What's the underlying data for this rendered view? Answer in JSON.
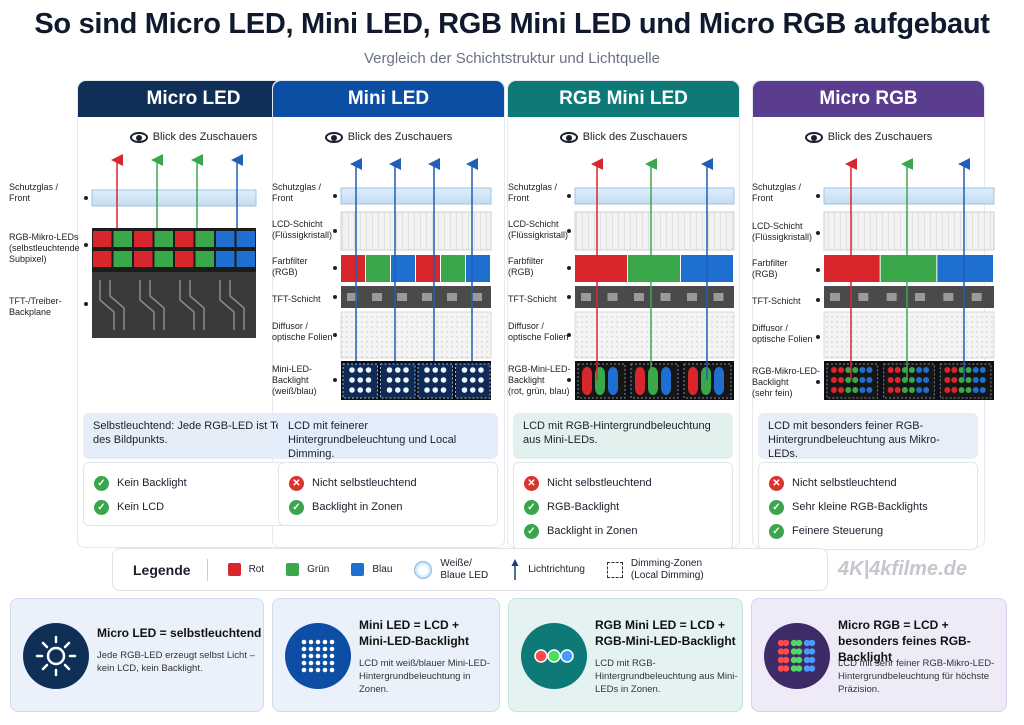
{
  "title": "So sind Micro LED, Mini LED, RGB Mini LED und Micro RGB aufgebaut",
  "subtitle": "Vergleich der Schichtstruktur und Lichtquelle",
  "viewer_label": "Blick des Zuschauers",
  "colors": {
    "red": "#d9262c",
    "green": "#3aa84a",
    "blue": "#1f6fd1",
    "micro_led": "#0f2f57",
    "mini_led": "#0c4ea3",
    "rgb_mini_led": "#0d7a78",
    "micro_rgb": "#5a3d8f"
  },
  "columns": [
    {
      "title": "Micro LED",
      "labels": [
        "Schutzglas /\nFront",
        "RGB-Mikro-LEDs\n(selbstleuchtende\nSubpixel)",
        "TFT-/Treiber-\nBackplane"
      ],
      "description": "Selbstleuchtend: Jede RGB-LED ist Teil des Bildpunkts.",
      "checks": [
        {
          "ok": true,
          "text": "Kein Backlight"
        },
        {
          "ok": true,
          "text": "Kein LCD"
        }
      ]
    },
    {
      "title": "Mini LED",
      "labels": [
        "Schutzglas /\nFront",
        "LCD-Schicht\n(Flüssigkristall)",
        "Farbfilter\n(RGB)",
        "TFT-Schicht",
        "Diffusor /\noptische Folien",
        "Mini-LED-\nBacklight\n(weiß/blau)"
      ],
      "description": "LCD mit feinerer Hintergrundbeleuchtung und Local Dimming.",
      "checks": [
        {
          "ok": false,
          "text": "Nicht selbstleuchtend"
        },
        {
          "ok": true,
          "text": "Backlight in Zonen"
        }
      ]
    },
    {
      "title": "RGB Mini LED",
      "labels": [
        "Schutzglas /\nFront",
        "LCD-Schicht\n(Flüssigkristall)",
        "Farbfilter\n(RGB)",
        "TFT-Schicht",
        "Diffusor /\noptische Folien",
        "RGB-Mini-LED-\nBacklight\n(rot, grün, blau)"
      ],
      "description": "LCD mit RGB-Hintergrundbeleuchtung aus Mini-LEDs.",
      "checks": [
        {
          "ok": false,
          "text": "Nicht selbstleuchtend"
        },
        {
          "ok": true,
          "text": "RGB-Backlight"
        },
        {
          "ok": true,
          "text": "Backlight in Zonen"
        }
      ]
    },
    {
      "title": "Micro RGB",
      "labels": [
        "Schutzglas /\nFront",
        "LCD-Schicht\n(Flüssigkristall)",
        "Farbfilter\n(RGB)",
        "TFT-Schicht",
        "Diffusor /\noptische Folien",
        "RGB-Mikro-LED-\nBacklight\n(sehr fein)"
      ],
      "description": "LCD mit besonders feiner RGB-Hintergrundbeleuchtung aus Mikro-LEDs.",
      "checks": [
        {
          "ok": false,
          "text": "Nicht selbstleuchtend"
        },
        {
          "ok": true,
          "text": "Sehr kleine RGB-Backlights"
        },
        {
          "ok": true,
          "text": "Feinere Steuerung"
        }
      ]
    }
  ],
  "legend": {
    "title": "Legende",
    "items": {
      "red": "Rot",
      "green": "Grün",
      "blue": "Blau",
      "white_blue": "Weiße/\nBlaue LED",
      "light": "Lichtrichtung",
      "dimming": "Dimming-Zonen\n(Local Dimming)"
    }
  },
  "brand": "4K|4kfilme.de",
  "cards": [
    {
      "title": "Micro LED = selbstleuchtend",
      "text": "Jede RGB-LED erzeugt selbst Licht – kein LCD, kein Backlight."
    },
    {
      "title": "Mini LED = LCD +\nMini-LED-Backlight",
      "text": "LCD mit weiß/blauer Mini-LED-Hintergrundbeleuchtung in Zonen."
    },
    {
      "title": "RGB Mini LED = LCD +\nRGB-Mini-LED-Backlight",
      "text": "LCD mit RGB-Hintergrundbeleuchtung aus Mini-LEDs in Zonen."
    },
    {
      "title": "Micro RGB = LCD +\nbesonders feines RGB-Backlight",
      "text": "LCD mit sehr feiner RGB-Mikro-LED-Hintergrundbeleuchtung für höchste Präzision."
    }
  ]
}
